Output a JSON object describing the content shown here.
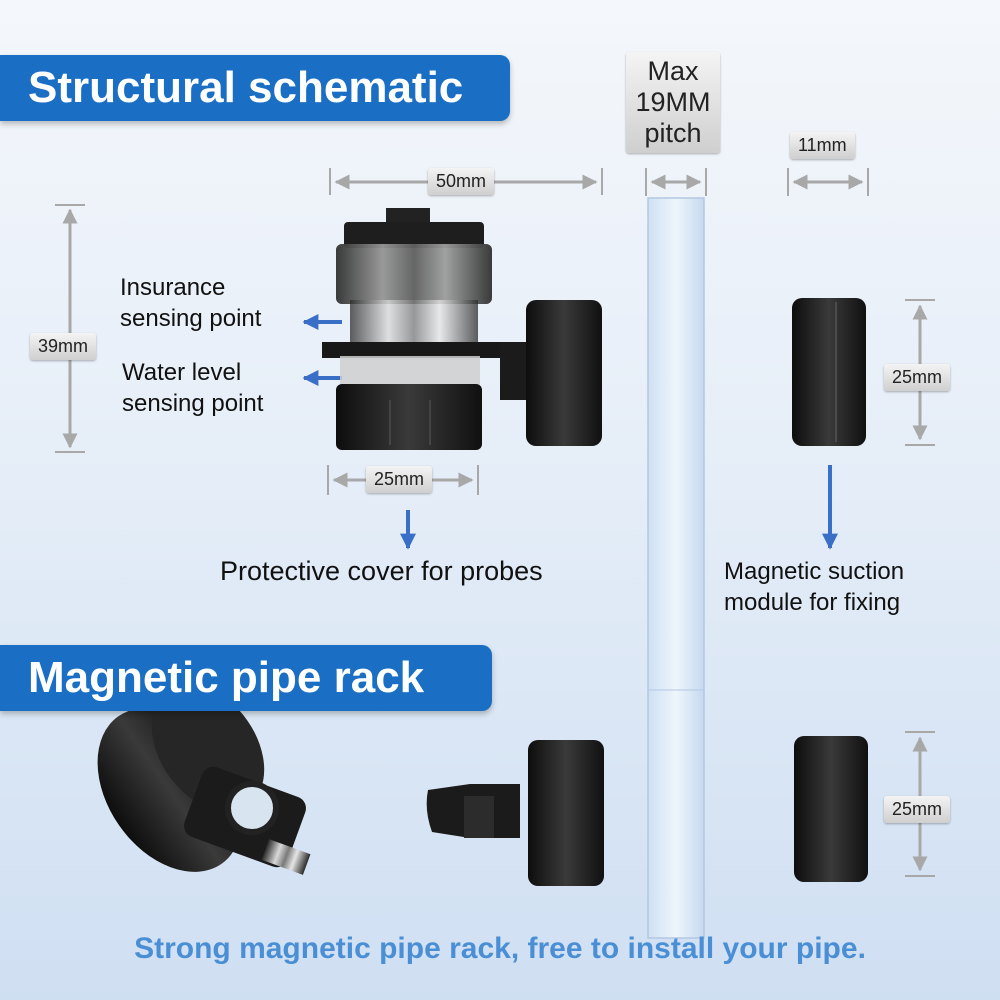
{
  "headings": {
    "structural": "Structural schematic",
    "rack": "Magnetic pipe rack"
  },
  "dimensions": {
    "width_50": "50mm",
    "height_39": "39mm",
    "probe_25": "25mm",
    "magnet_11": "11mm",
    "magnet_25_top": "25mm",
    "magnet_25_bottom": "25mm",
    "pitch_line1": "Max",
    "pitch_line2": "19MM",
    "pitch_line3": "pitch"
  },
  "labels": {
    "insurance_1": "Insurance",
    "insurance_2": "sensing point",
    "water_1": "Water level",
    "water_2": "sensing point",
    "protective": "Protective cover for probes",
    "magnetic_1": "Magnetic suction",
    "magnetic_2": "module for fixing"
  },
  "footer": "Strong magnetic pipe rack, free to install your pipe.",
  "colors": {
    "banner": "#1a6fc4",
    "arrow_blue": "#3a6fc7",
    "footer_text": "#4a8fd6",
    "dimension_gray": "#a8a8a8",
    "product_black": "#1b1b1b"
  }
}
